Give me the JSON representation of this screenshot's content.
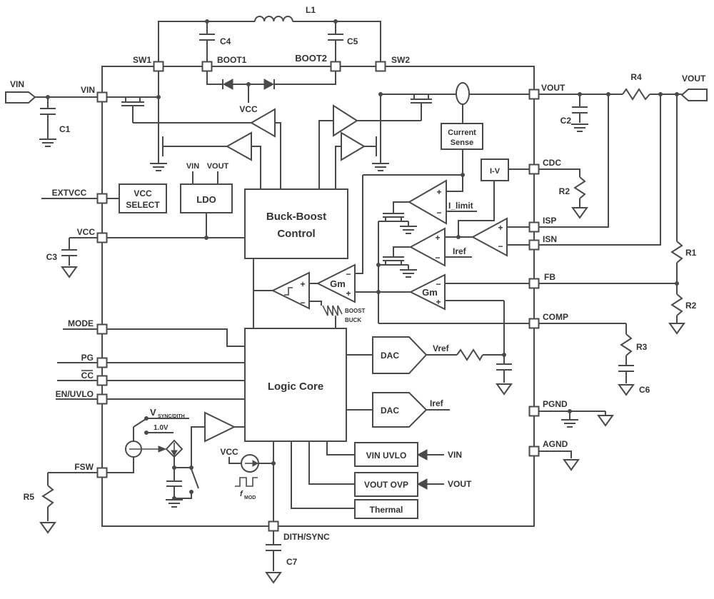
{
  "title": "Buck-boost converter functional block diagram",
  "colors": {
    "line": "#4a4a4a",
    "text": "#333333",
    "background": "#ffffff"
  },
  "labels": {
    "vin_term": "VIN",
    "vout_term": "VOUT",
    "sw1": "SW1",
    "boot1": "BOOT1",
    "boot2": "BOOT2",
    "sw2": "SW2",
    "l1": "L1",
    "c1": "C1",
    "c2": "C2",
    "c3": "C3",
    "c4": "C4",
    "c5": "C5",
    "c6": "C6",
    "c7": "C7",
    "r1": "R1",
    "r2": "R2",
    "r3": "R3",
    "r4": "R4",
    "r5": "R5",
    "vin_pin": "VIN",
    "extvcc": "EXTVCC",
    "vcc_pin": "VCC",
    "mode": "MODE",
    "pg": "PG",
    "cc": "CC",
    "en_uvlo": "EN/UVLO",
    "fsw": "FSW",
    "vout_pin": "VOUT",
    "cdc": "CDC",
    "isp": "ISP",
    "isn": "ISN",
    "fb": "FB",
    "comp": "COMP",
    "pgnd": "PGND",
    "agnd": "AGND",
    "dith_sync": "DITH/SYNC",
    "vcc_select_1": "VCC",
    "vcc_select_2": "SELECT",
    "ldo": "LDO",
    "ldo_vin": "VIN",
    "ldo_vout": "VOUT",
    "bbc_1": "Buck-Boost",
    "bbc_2": "Control",
    "logic_core": "Logic Core",
    "current_sense_1": "Current",
    "current_sense_2": "Sense",
    "iv": "I-V",
    "vin_uvlo": "VIN UVLO",
    "vout_ovp": "VOUT OVP",
    "thermal": "Thermal",
    "dac": "DAC",
    "gm": "Gm",
    "vref": "Vref",
    "iref": "Iref",
    "i_limit": "I_limit",
    "vcc_boot": "VCC",
    "vcc_fmod": "VCC",
    "boost": "BOOST",
    "buck": "BUCK",
    "vsync_v": "V",
    "vsync_sub": "SYNC/DITH",
    "v10": "1.0V",
    "fmod_f": "f",
    "fmod_sub": "MOD",
    "uvlo_src": "VIN",
    "ovp_src": "VOUT",
    "plus": "+",
    "minus": "−"
  }
}
